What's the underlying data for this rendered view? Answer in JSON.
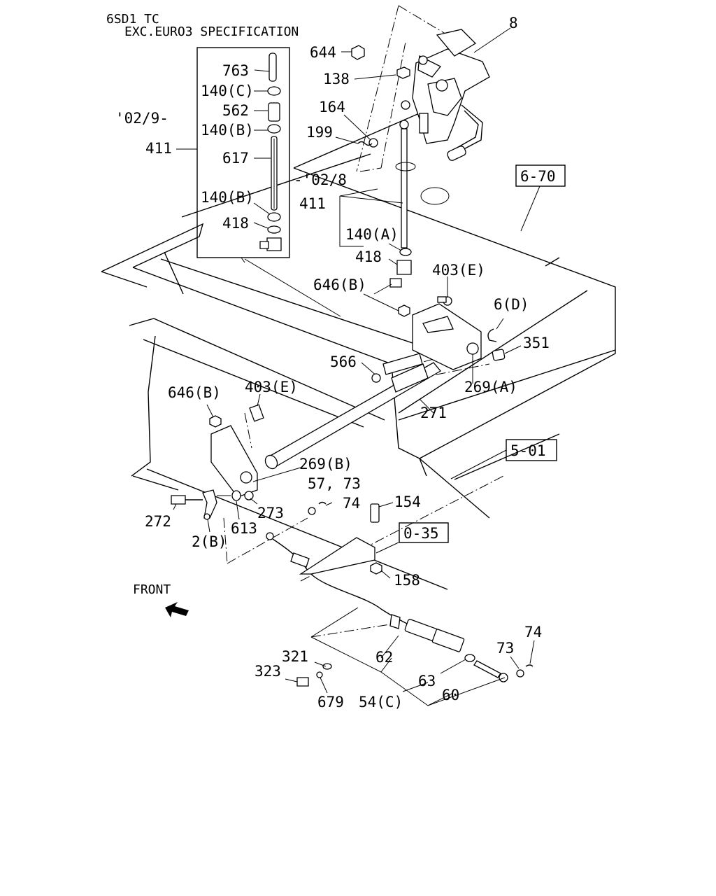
{
  "header": {
    "model": "6SD1 TC",
    "spec": "EXC.EURO3 SPECIFICATION"
  },
  "dates": {
    "from": "'02/9-",
    "until": "-'02/8"
  },
  "refs": {
    "r670": "6-70",
    "r501": "5-01",
    "r035": "0-35"
  },
  "front": "FRONT",
  "labels": {
    "p8": "8",
    "p644": "644",
    "p138": "138",
    "p164": "164",
    "p199": "199",
    "p763": "763",
    "p140c": "140(C)",
    "p562": "562",
    "p140b_1": "140(B)",
    "p411_left": "411",
    "p617": "617",
    "p140b_2": "140(B)",
    "p418_left": "418",
    "p411_mid": "411",
    "p140a": "140(A)",
    "p418_mid": "418",
    "p403e_1": "403(E)",
    "p646b_1": "646(B)",
    "p6d": "6(D)",
    "p351": "351",
    "p566": "566",
    "p269a": "269(A)",
    "p271": "271",
    "p646b_2": "646(B)",
    "p403e_2": "403(E)",
    "p269b": "269(B)",
    "p5773": "57, 73",
    "p74_1": "74",
    "p154": "154",
    "p272": "272",
    "p273": "273",
    "p613": "613",
    "p2b": "2(B)",
    "p158": "158",
    "p321": "321",
    "p62": "62",
    "p323": "323",
    "p73": "73",
    "p74_2": "74",
    "p63": "63",
    "p679": "679",
    "p54c": "54(C)",
    "p60": "60"
  }
}
